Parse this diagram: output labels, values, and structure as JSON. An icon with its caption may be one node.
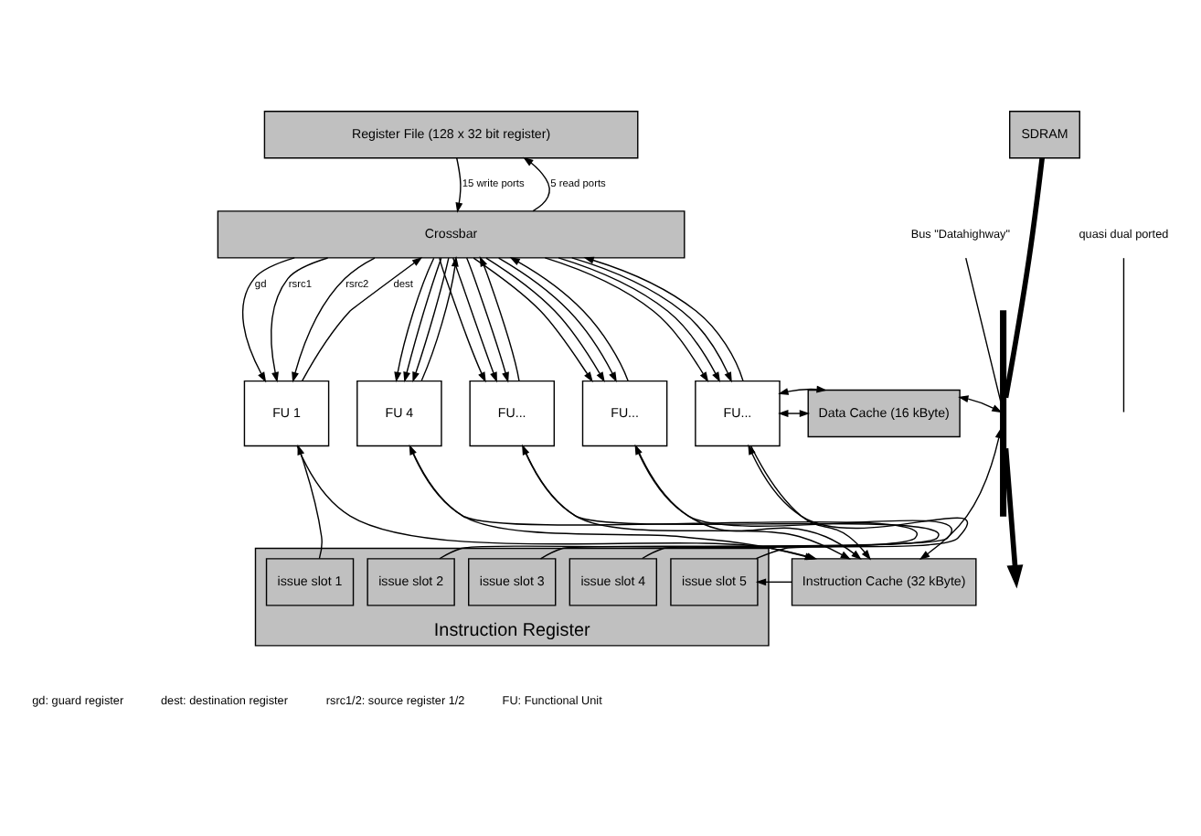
{
  "diagram": {
    "nodes": [
      {
        "text": [
          "Register File (128 x 32 bit register)"
        ]
      },
      {
        "text": [
          "Crossbar"
        ]
      },
      {
        "text": [
          "FU 1"
        ]
      },
      {
        "text": [
          "FU 4"
        ]
      },
      {
        "text": [
          "FU..."
        ]
      },
      {
        "text": [
          "FU..."
        ]
      },
      {
        "text": [
          "FU..."
        ]
      },
      {
        "text": [
          "Data Cache (16 kByte)"
        ]
      },
      {
        "text": [
          "Instruction Cache (32 kByte)"
        ]
      },
      {
        "text": [
          "SDRAM"
        ]
      },
      {
        "text": [],
        "shape": "bar"
      },
      {
        "text": [
          "Instruction Register"
        ]
      },
      {
        "text": [
          "issue slot 1"
        ],
        "in": 11
      },
      {
        "text": [
          "issue slot 2"
        ],
        "in": 11
      },
      {
        "text": [
          "issue slot 3"
        ],
        "in": 11
      },
      {
        "text": [
          "issue slot 4"
        ],
        "in": 11
      },
      {
        "text": [
          "issue slot 5"
        ],
        "in": 11
      },
      {
        "text": [
          "quasi dual ported"
        ]
      },
      {
        "text": [
          "Bus \"Datahighway\""
        ]
      }
    ],
    "edges": [
      {
        "from": 1,
        "to": 0,
        "arrow": "to",
        "label": "5 read ports"
      },
      {
        "from": 0,
        "to": 1,
        "arrow": "to",
        "label": "15 write ports"
      },
      {
        "from": 1,
        "to": 2,
        "arrow": "to",
        "label": "gd"
      },
      {
        "from": 1,
        "to": 2,
        "arrow": "to",
        "label": "rsrc1"
      },
      {
        "from": 1,
        "to": 2,
        "arrow": "to",
        "label": "rsrc2"
      },
      {
        "from": 2,
        "to": 1,
        "arrow": "to",
        "label": "dest"
      },
      {
        "from": 1,
        "to": 3,
        "arrow": "to"
      },
      {
        "from": 1,
        "to": 3,
        "arrow": "to"
      },
      {
        "from": 1,
        "to": 3,
        "arrow": "to"
      },
      {
        "from": 3,
        "to": 1,
        "arrow": "to"
      },
      {
        "from": 1,
        "to": 4,
        "arrow": "to"
      },
      {
        "from": 1,
        "to": 4,
        "arrow": "to"
      },
      {
        "from": 1,
        "to": 4,
        "arrow": "to"
      },
      {
        "from": 4,
        "to": 1,
        "arrow": "to"
      },
      {
        "from": 1,
        "to": 5,
        "arrow": "to"
      },
      {
        "from": 1,
        "to": 5,
        "arrow": "to"
      },
      {
        "from": 1,
        "to": 5,
        "arrow": "to"
      },
      {
        "from": 5,
        "to": 1,
        "arrow": "to"
      },
      {
        "from": 1,
        "to": 6,
        "arrow": "to"
      },
      {
        "from": 1,
        "to": 6,
        "arrow": "to"
      },
      {
        "from": 1,
        "to": 6,
        "arrow": "to"
      },
      {
        "from": 6,
        "to": 1,
        "arrow": "to"
      },
      {
        "from": 12,
        "to": 2,
        "arrow": "to"
      },
      {
        "from": 13,
        "to": 3,
        "arrow": "to"
      },
      {
        "from": 14,
        "to": 4,
        "arrow": "to"
      },
      {
        "from": 15,
        "to": 5,
        "arrow": "to"
      },
      {
        "from": 16,
        "to": 6,
        "arrow": "to"
      },
      {
        "from": 2,
        "to": 8,
        "arrow": "to"
      },
      {
        "from": 3,
        "to": 8,
        "arrow": "to"
      },
      {
        "from": 4,
        "to": 8,
        "arrow": "to"
      },
      {
        "from": 5,
        "to": 8,
        "arrow": "to"
      },
      {
        "from": 6,
        "to": 8,
        "arrow": "to"
      },
      {
        "from": 8,
        "to": 16,
        "arrow": "to"
      },
      {
        "from": 6,
        "to": 7,
        "arrow": "both"
      },
      {
        "from": 6,
        "to": 7,
        "arrow": "both"
      },
      {
        "from": 7,
        "to": 10,
        "arrow": "both"
      },
      {
        "from": 8,
        "to": 10,
        "arrow": "both"
      },
      {
        "from": 9,
        "to": 10,
        "arrow": "none",
        "style": "thick"
      },
      {
        "from": 10,
        "to": null,
        "arrow": "to",
        "style": "thick"
      },
      {
        "from": 17,
        "to": null,
        "arrow": "none"
      },
      {
        "from": 18,
        "to": 10,
        "arrow": "none"
      }
    ],
    "labels": [
      "gd: guard register",
      "dest: destination register",
      "rsrc1/2: source register 1/2",
      "FU: Functional Unit"
    ]
  }
}
